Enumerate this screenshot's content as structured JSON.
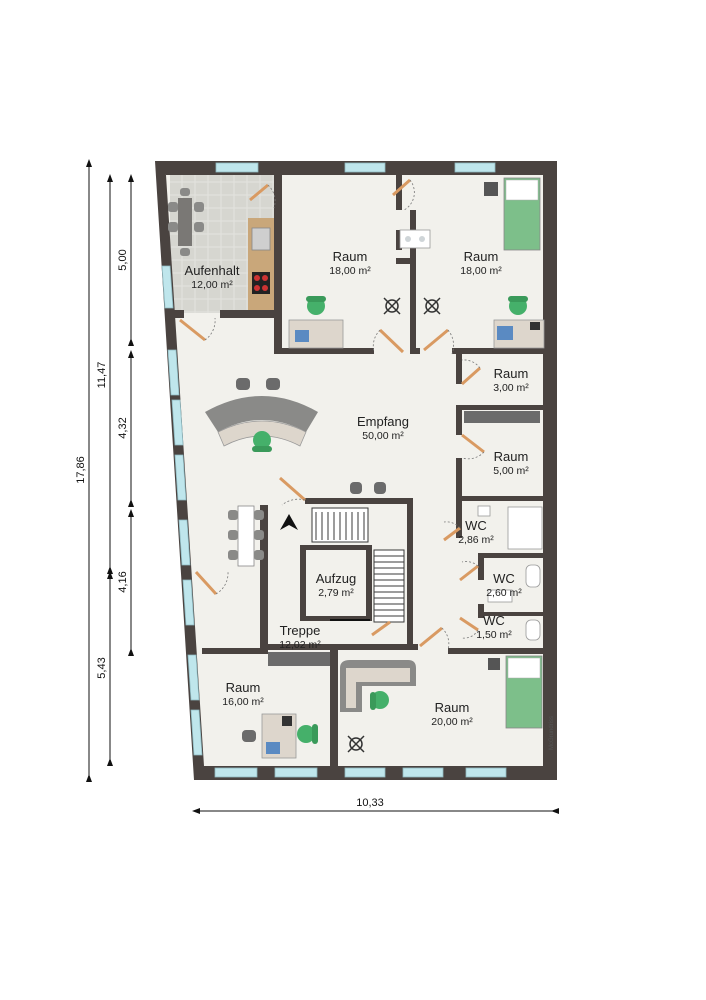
{
  "colors": {
    "wall": "#4a4340",
    "floor": "#f2f1ec",
    "tile": "#dcdcd6",
    "window": "#bfe6ec",
    "door": "#d99a62",
    "furniture": "#8a8a88",
    "bed": "#7dbf8a",
    "chair": "#45b06a"
  },
  "rooms": [
    {
      "id": "aufenhalt",
      "name": "Aufenhalt",
      "area": "12,00 m²"
    },
    {
      "id": "raum-1",
      "name": "Raum",
      "area": "18,00 m²"
    },
    {
      "id": "raum-2",
      "name": "Raum",
      "area": "18,00 m²"
    },
    {
      "id": "raum-3",
      "name": "Raum",
      "area": "3,00 m²"
    },
    {
      "id": "empfang",
      "name": "Empfang",
      "area": "50,00 m²"
    },
    {
      "id": "raum-4",
      "name": "Raum",
      "area": "5,00 m²"
    },
    {
      "id": "wc-1",
      "name": "WC",
      "area": "2,86 m²"
    },
    {
      "id": "wc-2",
      "name": "WC",
      "area": "2,60 m²"
    },
    {
      "id": "aufzug",
      "name": "Aufzug",
      "area": "2,79 m²"
    },
    {
      "id": "wc-3",
      "name": "WC",
      "area": "1,50 m²"
    },
    {
      "id": "treppe",
      "name": "Treppe",
      "area": "12,02 m²"
    },
    {
      "id": "raum-5",
      "name": "Raum",
      "area": "16,00 m²"
    },
    {
      "id": "raum-6",
      "name": "Raum",
      "area": "20,00 m²"
    }
  ],
  "dimensions": {
    "total_height": "17,86",
    "upper": "11,47",
    "lower": "5,43",
    "seg_a": "5,00",
    "seg_b": "4,32",
    "seg_c": "4,16",
    "width": "10,33"
  },
  "credit": "McGrundriss"
}
